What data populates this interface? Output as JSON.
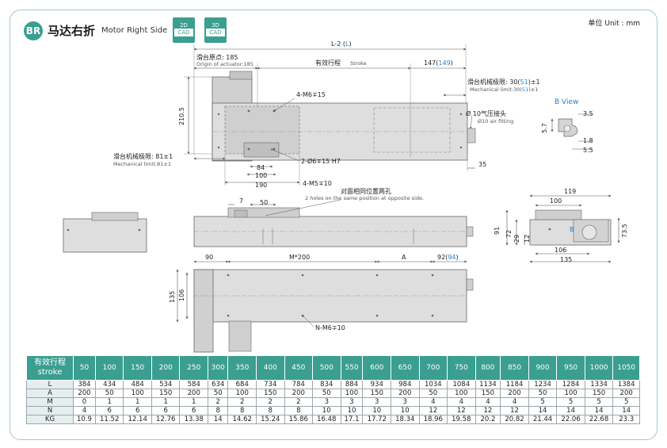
{
  "header": {
    "badge": "BR",
    "title_cn": "马达右折",
    "title_en": "Motor Right Side",
    "cad_2d_top": "2D",
    "cad_2d_bottom": "CAD",
    "cad_3d_top": "3D",
    "cad_3d_bottom": "CAD",
    "unit": "单位 Unit : mm"
  },
  "labels": {
    "l2_prefix": "L-2 (",
    "l2_link": "L",
    "l2_suffix": ")",
    "origin_cn": "滑台原点: 185",
    "origin_en": "Origin of actuator:185",
    "stroke_cn": "有效行程",
    "stroke_en": "Stroke",
    "dim147_prefix": "147(",
    "dim147_link": "149",
    "dim147_suffix": ")",
    "mech_limit_r_cn_prefix": "滑台机械极限: 30(",
    "mech_limit_r_cn_link": "51",
    "mech_limit_r_cn_suffix": ")±1",
    "mech_limit_r_en_prefix": "Mechanical limit:30(",
    "mech_limit_r_en_link": "51",
    "mech_limit_r_en_suffix": ")±1",
    "b_view": "B View",
    "air_fitting_cn": "Ø 10气压接头",
    "air_fitting_en": "Ø10 air fitting",
    "m6_15": "4-M6∓15",
    "dim_210_5": "210.5",
    "mech_limit_l_cn": "滑台机械极限: 81±1",
    "mech_limit_l_en": "Mechanical limit:81±1",
    "dim_84": "84",
    "dim_100": "100",
    "dim_190": "190",
    "hole_2_6": "2-Ø6∓15 H7",
    "m5_10": "4-M5∓10",
    "dim_35": "35",
    "dim_3_5": "3.5",
    "dim_5_7": "5.7",
    "dim_1_8": "1.8",
    "dim_5_5": "5.5",
    "dim_7": "7",
    "dim_50": "50",
    "opposite_cn": "对面相同位置两孔",
    "opposite_en": "2 holes on the same position at opposite side.",
    "dim_119": "119",
    "dim_100b": "100",
    "dim_91": "91",
    "dim_72": "72",
    "dim_29": "29",
    "dim_12": "12",
    "dim_73_5": "73.5",
    "dim_106": "106",
    "dim_135": "135",
    "b_marker": "B",
    "dim_90": "90",
    "m200": "M*200",
    "a_label": "A",
    "dim92_prefix": "92(",
    "dim92_link": "94",
    "dim92_suffix": ")",
    "dim_135b": "135",
    "dim_106b": "106",
    "nm6": "N-M6∓10"
  },
  "table": {
    "header_cn": "有效行程",
    "header_en": "stroke",
    "strokes": [
      "50",
      "100",
      "150",
      "200",
      "250",
      "300",
      "350",
      "400",
      "450",
      "500",
      "550",
      "600",
      "650",
      "700",
      "750",
      "800",
      "850",
      "900",
      "950",
      "1000",
      "1050"
    ],
    "rows": [
      {
        "label": "L",
        "values": [
          "384",
          "434",
          "484",
          "534",
          "584",
          "634",
          "684",
          "734",
          "784",
          "834",
          "884",
          "934",
          "984",
          "1034",
          "1084",
          "1134",
          "1184",
          "1234",
          "1284",
          "1334",
          "1384"
        ]
      },
      {
        "label": "A",
        "values": [
          "200",
          "50",
          "100",
          "150",
          "200",
          "50",
          "100",
          "150",
          "200",
          "50",
          "100",
          "150",
          "200",
          "50",
          "100",
          "150",
          "200",
          "50",
          "100",
          "150",
          "200"
        ]
      },
      {
        "label": "M",
        "values": [
          "0",
          "1",
          "1",
          "1",
          "1",
          "2",
          "2",
          "2",
          "2",
          "3",
          "3",
          "3",
          "3",
          "4",
          "4",
          "4",
          "4",
          "5",
          "5",
          "5",
          "5"
        ]
      },
      {
        "label": "N",
        "values": [
          "4",
          "6",
          "6",
          "6",
          "6",
          "8",
          "8",
          "8",
          "8",
          "10",
          "10",
          "10",
          "10",
          "12",
          "12",
          "12",
          "12",
          "14",
          "14",
          "14",
          "14"
        ]
      },
      {
        "label": "KG",
        "values": [
          "10.9",
          "11.52",
          "12.14",
          "12.76",
          "13.38",
          "14",
          "14.62",
          "15.24",
          "15.86",
          "16.48",
          "17.1",
          "17.72",
          "18.34",
          "18.96",
          "19.58",
          "20.2",
          "20.82",
          "21.44",
          "22.06",
          "22.68",
          "23.3"
        ]
      }
    ]
  },
  "colors": {
    "accent": "#3a9e90",
    "link": "#1f7fd0",
    "body_fill": "#d9d9d9",
    "line": "#555555"
  }
}
